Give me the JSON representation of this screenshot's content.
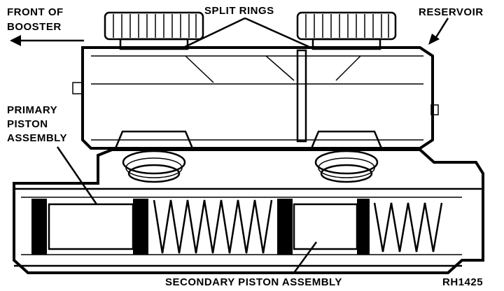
{
  "labels": {
    "front_of_booster_line1": "FRONT OF",
    "front_of_booster_line2": "BOOSTER",
    "split_rings": "SPLIT RINGS",
    "reservoir": "RESERVOIR",
    "primary_piston_line1": "PRIMARY",
    "primary_piston_line2": "PISTON",
    "primary_piston_line3": "ASSEMBLY",
    "secondary_piston_assembly": "SECONDARY PISTON ASSEMBLY",
    "figure_code": "RH1425"
  },
  "colors": {
    "ink": "#000000",
    "paper": "#ffffff"
  }
}
